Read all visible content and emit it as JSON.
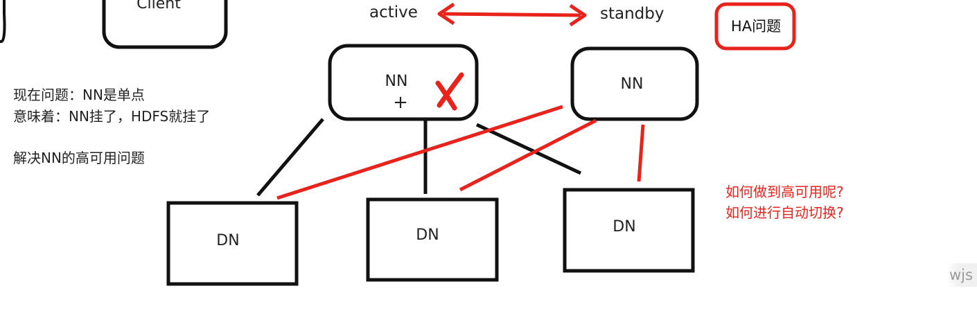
{
  "client_label": "Client",
  "nn_active_label": "NN",
  "nn_active_plus": "+",
  "nn_standby_label": "NN",
  "dn_labels": [
    "DN",
    "DN",
    "DN"
  ],
  "active_label": "active",
  "standby_label": "standby",
  "ha_label": "HA问题",
  "notes": {
    "line1": "现在问题：NN是单点",
    "line2": "意味着：NN挂了，HDFS就挂了",
    "line3": "解决NN的高可用问题"
  },
  "questions": {
    "line1": "如何做到高可用呢?",
    "line2": "如何进行自动切换?"
  },
  "watermark": "wjs",
  "colors": {
    "ink": "#111111",
    "red": "#e8231c"
  },
  "icons": {
    "failure_mark": "x-cross-icon",
    "link_arrow": "double-arrow-icon"
  }
}
